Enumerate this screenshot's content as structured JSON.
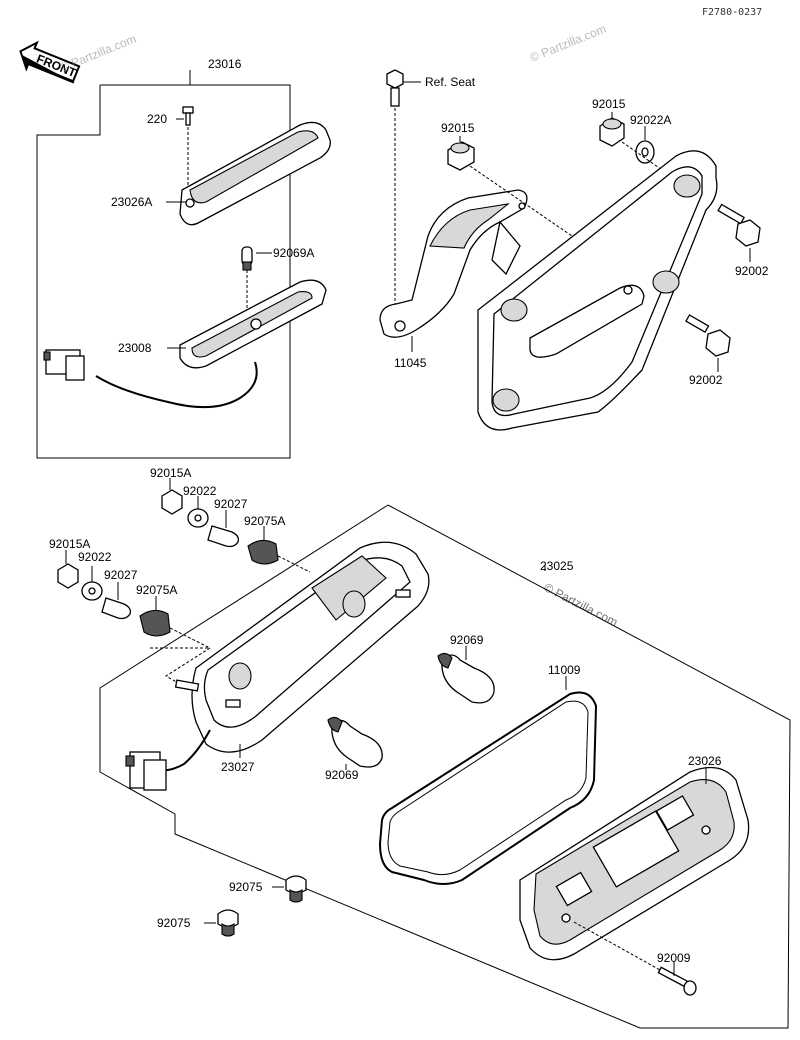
{
  "diagram": {
    "code": "F2780-0237",
    "front_label": "FRONT",
    "watermark": "© Partzilla.com",
    "watermark_large": "© Partzilla.com",
    "labels": {
      "p23016": "23016",
      "p220": "220",
      "p23026A": "23026A",
      "p92069A": "92069A",
      "p23008": "23008",
      "refseat": "Ref. Seat",
      "p92015_a": "92015",
      "p92015_b": "92015",
      "p92022A": "92022A",
      "p92002_a": "92002",
      "p92002_b": "92002",
      "p11045": "11045",
      "p92015A_a": "92015A",
      "p92022_a": "92022",
      "p92027_a": "92027",
      "p92075A_a": "92075A",
      "p92015A_b": "92015A",
      "p92022_b": "92022",
      "p92027_b": "92027",
      "p92075A_b": "92075A",
      "p23025": "23025",
      "p92069_a": "92069",
      "p11009": "11009",
      "p23027": "23027",
      "p92069_b": "92069",
      "p23026": "23026",
      "p92075_a": "92075",
      "p92075_b": "92075",
      "p92009": "92009"
    }
  }
}
